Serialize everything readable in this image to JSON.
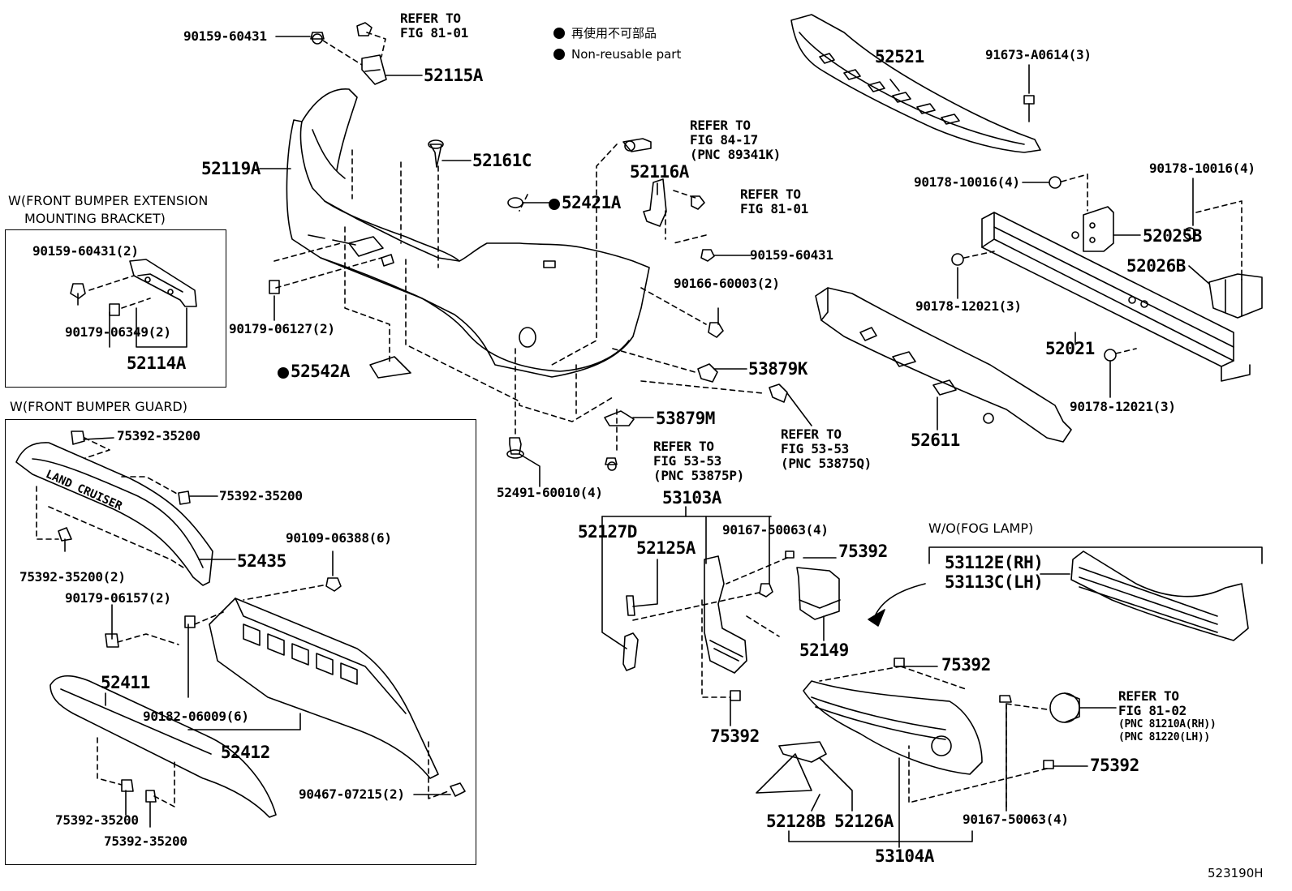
{
  "legend": {
    "jp": "再使用不可部品",
    "en": "Non-reusable part"
  },
  "figure_id": "523190H",
  "groups": {
    "extension_bracket_line1": "W(FRONT BUMPER EXTENSION",
    "extension_bracket_line2": "MOUNTING BRACKET)",
    "bumper_guard": "W(FRONT BUMPER GUARD)",
    "fog_lamp": "W/O(FOG LAMP)"
  },
  "guard_embossed_text": "LAND CRUISER",
  "parts": {
    "p90159_60431_top": "90159-60431",
    "p52115A": "52115A",
    "p52119A": "52119A",
    "p52161C": "52161C",
    "p52421A": "52421A",
    "p52116A": "52116A",
    "p90159_60431_mid": "90159-60431",
    "p90166_60003": "90166-60003(2)",
    "p90179_06127": "90179-06127(2)",
    "p52542A": "52542A",
    "p53879K": "53879K",
    "p53879M": "53879M",
    "p52491_60010": "52491-60010(4)",
    "p53103A": "53103A",
    "p52127D": "52127D",
    "p52125A": "52125A",
    "p90167_50063_a": "90167-50063(4)",
    "p75392_a": "75392",
    "p52149": "52149",
    "p75392_b": "75392",
    "p75392_c": "75392",
    "p75392_d": "75392",
    "p52128B": "52128B",
    "p52126A": "52126A",
    "p53104A": "53104A",
    "p90167_50063_b": "90167-50063(4)",
    "p53112E": "53112E(RH)",
    "p53113C": "53113C(LH)",
    "p52521": "52521",
    "p91673_A0614": "91673-A0614(3)",
    "p90178_10016_a": "90178-10016(4)",
    "p90178_10016_b": "90178-10016(4)",
    "p52025B": "52025B",
    "p52026B": "52026B",
    "p90178_12021_a": "90178-12021(3)",
    "p52021": "52021",
    "p90178_12021_b": "90178-12021(3)",
    "p52611": "52611",
    "p90159_60431_box": "90159-60431(2)",
    "p90179_06349": "90179-06349(2)",
    "p52114A": "52114A",
    "p75392_35200_a": "75392-35200",
    "p75392_35200_b": "75392-35200",
    "p75392_35200_c": "75392-35200(2)",
    "p52435": "52435",
    "p90109_06388": "90109-06388(6)",
    "p90179_06157": "90179-06157(2)",
    "p52411": "52411",
    "p90182_06009": "90182-06009(6)",
    "p52412": "52412",
    "p90467_07215": "90467-07215(2)",
    "p75392_35200_d": "75392-35200",
    "p75392_35200_e": "75392-35200"
  },
  "refs": {
    "r_fig81_01_top": [
      "REFER TO",
      "FIG 81-01"
    ],
    "r_fig84_17": [
      "REFER TO",
      "FIG 84-17",
      "(PNC 89341K)"
    ],
    "r_fig81_01_mid": [
      "REFER TO",
      "FIG 81-01"
    ],
    "r_fig53_53_a": [
      "REFER TO",
      "FIG 53-53",
      "(PNC 53875P)"
    ],
    "r_fig53_53_b": [
      "REFER TO",
      "FIG 53-53",
      "(PNC 53875Q)"
    ],
    "r_fig81_02": [
      "REFER TO",
      "FIG 81-02",
      "(PNC 81210A(RH))",
      "(PNC 81220(LH))"
    ]
  }
}
